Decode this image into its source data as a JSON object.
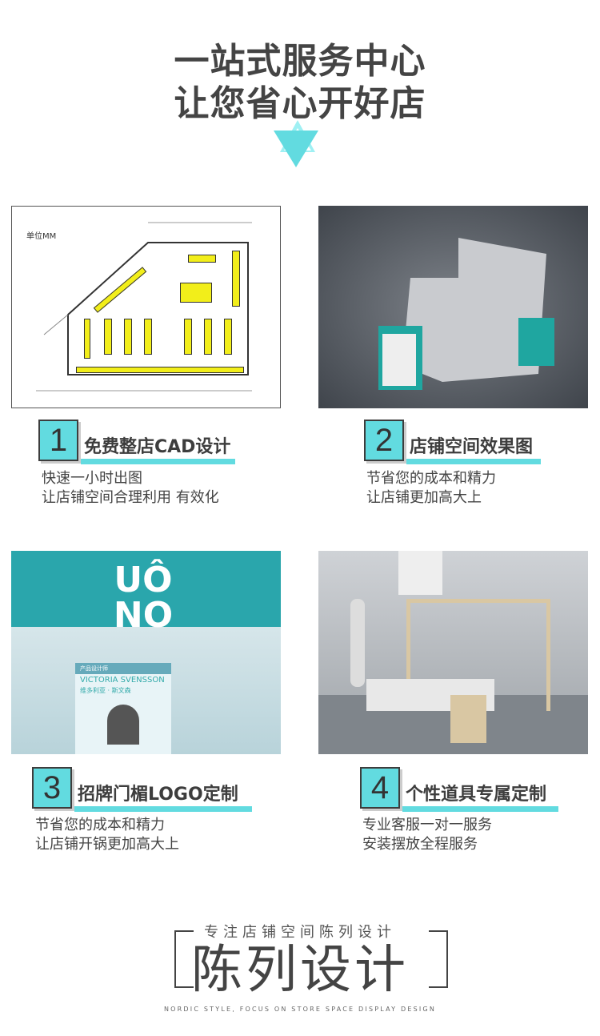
{
  "header": {
    "line1": "一站式服务中心",
    "line2": "让您省心开好店",
    "accent_color": "#62dbe0"
  },
  "features": [
    {
      "number": "1",
      "title": "免费整店CAD设计",
      "desc": [
        "快速一小时出图",
        "让店铺空间合理利用 有效化"
      ],
      "image_label": "单位MM"
    },
    {
      "number": "2",
      "title": "店铺空间效果图",
      "desc": [
        "节省您的成本和精力",
        "让店铺更加高大上"
      ]
    },
    {
      "number": "3",
      "title": "招牌门楣LOGO定制",
      "desc": [
        "节省您的成本和精力",
        "让店铺开锅更加高大上"
      ],
      "image_text": {
        "logo": "UÔ NO",
        "poster_small": "产品设计师",
        "poster_name": "VICTORIA SVENSSON",
        "poster_cn": "维多利亚 · 斯文森"
      }
    },
    {
      "number": "4",
      "title": "个性道具专属定制",
      "desc": [
        "专业客服一对一服务",
        "安装摆放全程服务"
      ]
    }
  ],
  "footer": {
    "subtitle": "专注店铺空间陈列设计",
    "title": "陈列设计",
    "english": "NORDIC STYLE, FOCUS ON STORE SPACE DISPLAY DESIGN"
  }
}
